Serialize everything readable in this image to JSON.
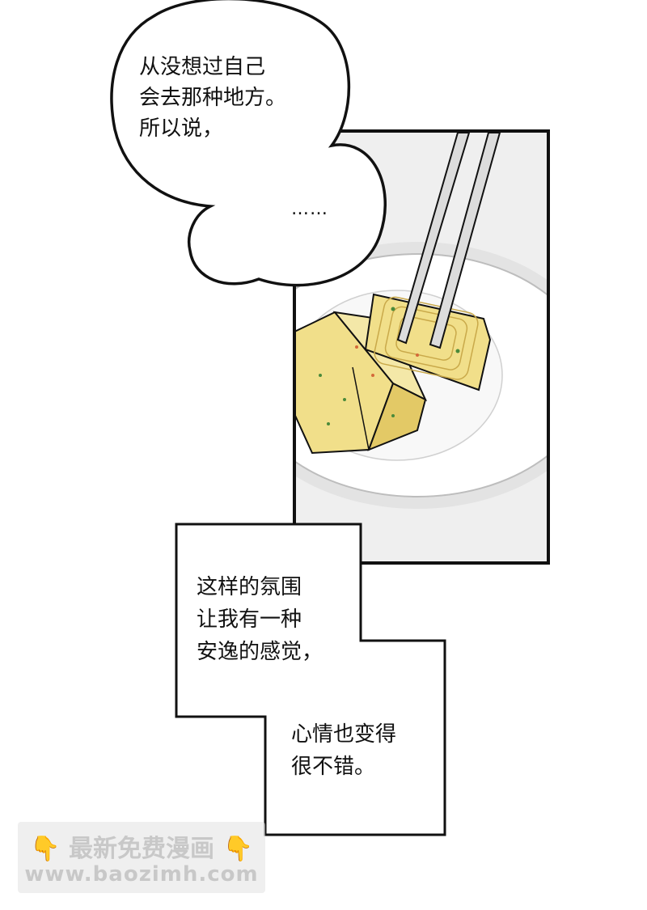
{
  "speech_bubble": {
    "lines": [
      "从没想过自己",
      "会去那种地方。",
      "所以说，"
    ],
    "ellipsis": "……"
  },
  "narration": {
    "part1_lines": [
      "这样的氛围",
      "让我有一种",
      "安逸的感觉，"
    ],
    "part2_lines": [
      "心情也变得",
      "很不错。"
    ]
  },
  "watermark": {
    "hand_left": "👇",
    "title": "最新免费漫画",
    "hand_right": "👇",
    "url": "www.baozimh.com"
  },
  "colors": {
    "egg": "#f1df8a",
    "egg_shadow": "#e3c966",
    "plate": "#ffffff",
    "ink": "#111111",
    "watermark_hand": "#f2b21b"
  }
}
